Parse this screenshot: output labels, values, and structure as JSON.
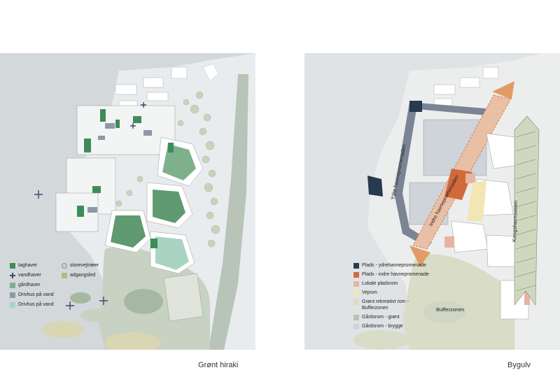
{
  "left": {
    "caption": "Grønt hiraki",
    "legend_col1": [
      {
        "label": "taghaver",
        "color": "#3d8c5c",
        "symbol": "square"
      },
      {
        "label": "vandhaver",
        "color": "#3a4a6b",
        "symbol": "plus"
      },
      {
        "label": "gårdhaver",
        "color": "#7fb08c",
        "symbol": "square"
      },
      {
        "label": "Drivhus på vand",
        "color": "#8e99a8",
        "symbol": "square"
      },
      {
        "label": "Drivhus på vand",
        "color": "#a9d4c4",
        "symbol": "square"
      }
    ],
    "legend_col2": [
      {
        "label": "storevejtræer",
        "color": "#c7d3bd",
        "symbol": "dot"
      },
      {
        "label": "adgangsled",
        "color": "#b9b48a",
        "symbol": "square"
      }
    ]
  },
  "right": {
    "caption": "Bygulv",
    "labels": {
      "ydre": "Ydre havnepromenaden",
      "indre": "Indre havnepromenaden",
      "kongshavn": "Kongshavnsveien",
      "buffer": "Bufferzonen"
    },
    "legend": [
      {
        "label": "Plads - ydrehavnepromenade",
        "color": "#283a4f"
      },
      {
        "label": "Plads - indre havnepromenade",
        "color": "#d2693a"
      },
      {
        "label": "Lokale pladsrom",
        "color": "#e8b3a3"
      },
      {
        "label": "Vejrom",
        "color": "#f3e6b5"
      },
      {
        "label": "Grønt rekreativt rom -",
        "label2": "Bufferzonen",
        "color": "#d9dcc6"
      },
      {
        "label": "Gårdsrom - grønt",
        "color": "#b7c2b0"
      },
      {
        "label": "Gårdsrom - brygge",
        "color": "#ced4da"
      }
    ]
  }
}
